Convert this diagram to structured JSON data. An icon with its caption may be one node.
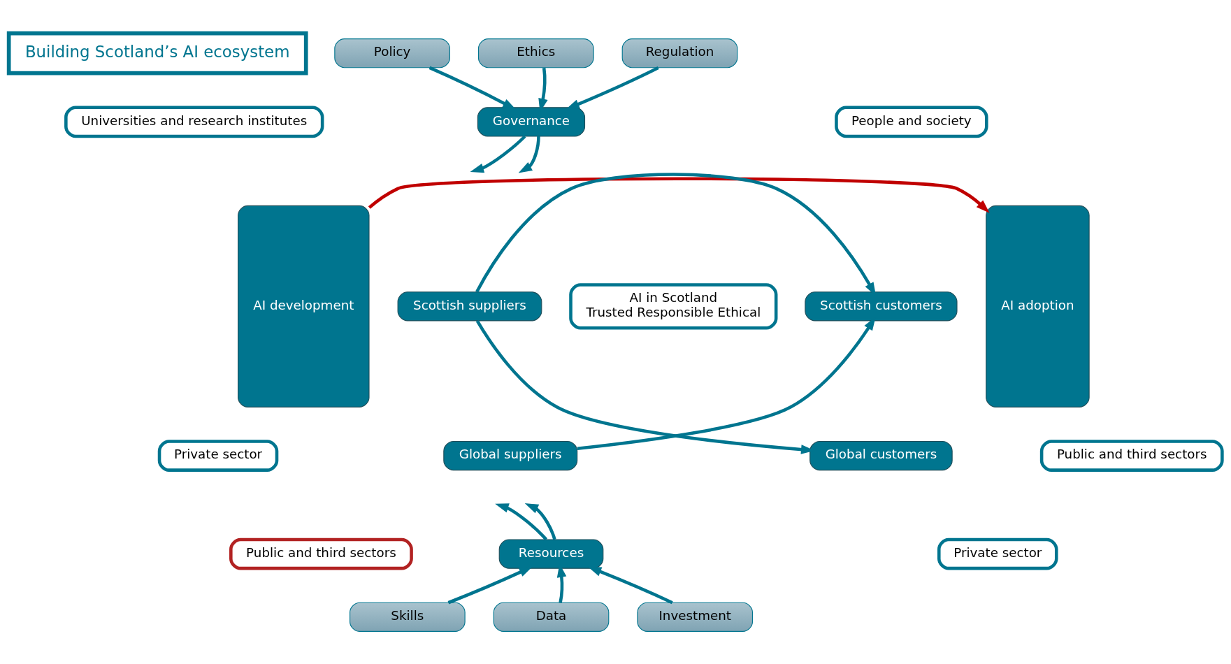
{
  "diagram": {
    "nodes": [
      {
        "text": [
          "Building Scotland’s AI ecosystem"
        ]
      },
      {
        "text": [
          "Universities and research institutes"
        ]
      },
      {
        "text": [
          "Private sector"
        ]
      },
      {
        "text": [
          "Public and third sectors"
        ]
      },
      {
        "text": [
          "AI development"
        ]
      },
      {
        "text": [
          "Policy"
        ]
      },
      {
        "text": [
          "Ethics"
        ]
      },
      {
        "text": [
          "Regulation"
        ]
      },
      {
        "text": [
          "Governance"
        ]
      },
      {
        "text": [
          "Scottish suppliers"
        ]
      },
      {
        "text": [
          "Global suppliers"
        ]
      },
      {
        "text": [
          "AI in Scotland",
          "Trusted Responsible Ethical"
        ]
      },
      {
        "text": [
          "Scottish customers"
        ]
      },
      {
        "text": [
          "Global customers"
        ]
      },
      {
        "text": [
          "AI adoption"
        ]
      },
      {
        "text": [
          "Resources"
        ]
      },
      {
        "text": [
          "Skills"
        ]
      },
      {
        "text": [
          "Data"
        ]
      },
      {
        "text": [
          "Investment"
        ]
      },
      {
        "text": [
          "People and society"
        ]
      },
      {
        "text": [
          "Public and third sectors"
        ]
      },
      {
        "text": [
          "Private sector"
        ]
      }
    ],
    "edges": [
      {
        "from": 5,
        "to": 8,
        "arrow": "to"
      },
      {
        "from": 6,
        "to": 8,
        "arrow": "to"
      },
      {
        "from": 7,
        "to": 8,
        "arrow": "to"
      },
      {
        "from": 8,
        "to": null,
        "arrow": "to"
      },
      {
        "from": 8,
        "to": null,
        "arrow": "to"
      },
      {
        "from": 9,
        "to": 12,
        "arrow": "to"
      },
      {
        "from": 9,
        "to": 13,
        "arrow": "to"
      },
      {
        "from": 10,
        "to": 12,
        "arrow": "to"
      },
      {
        "from": 4,
        "to": 14,
        "arrow": "to",
        "color": "#c00000"
      },
      {
        "from": 15,
        "to": null,
        "arrow": "to"
      },
      {
        "from": 15,
        "to": null,
        "arrow": "to"
      },
      {
        "from": 16,
        "to": 15,
        "arrow": "to"
      },
      {
        "from": 17,
        "to": 15,
        "arrow": "to"
      },
      {
        "from": 18,
        "to": 15,
        "arrow": "to"
      }
    ]
  }
}
